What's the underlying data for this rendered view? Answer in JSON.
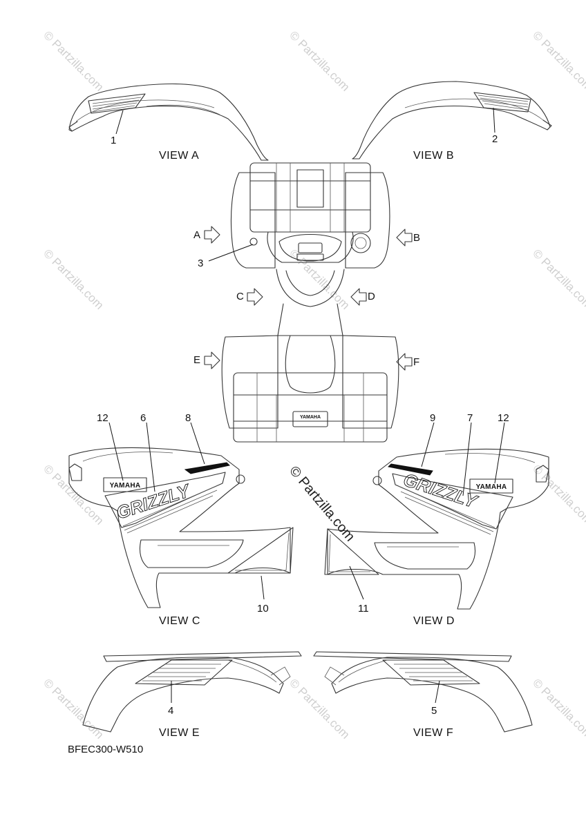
{
  "diagram": {
    "part_code": "BFEC300-W510",
    "views": {
      "a": "VIEW A",
      "b": "VIEW B",
      "c": "VIEW C",
      "d": "VIEW D",
      "e": "VIEW E",
      "f": "VIEW F"
    },
    "arrows": {
      "a": "A",
      "b": "B",
      "c": "C",
      "d": "D",
      "e": "E",
      "f": "F"
    },
    "callouts": [
      "1",
      "2",
      "3",
      "4",
      "5",
      "6",
      "7",
      "8",
      "9",
      "10",
      "11",
      "12"
    ],
    "brand_text": "YAMAHA",
    "model_text": "GRIZZLY",
    "watermark": "© Partzilla.com",
    "center_watermark": "© Partzilla.com"
  },
  "colors": {
    "line": "#333333",
    "text": "#111111",
    "watermark": "#cfcfcf"
  }
}
